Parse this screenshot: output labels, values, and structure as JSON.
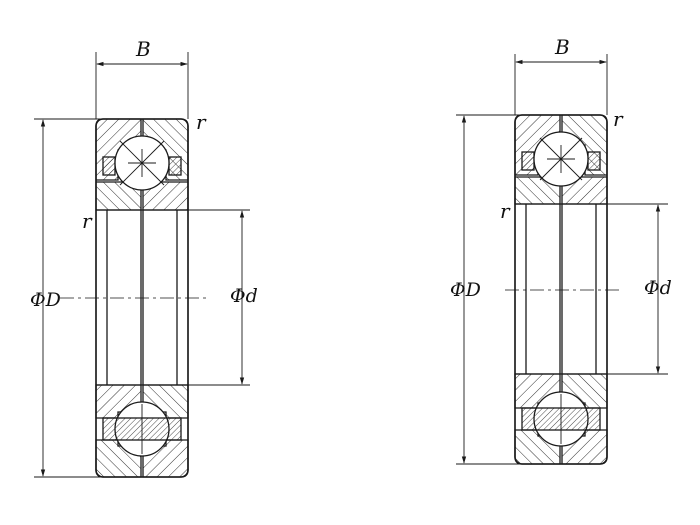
{
  "labels": {
    "left": {
      "width": "B",
      "radius_outer": "r",
      "radius_inner": "r",
      "outer_diameter": "ΦD",
      "bore_diameter": "Φd"
    },
    "right": {
      "width": "B",
      "radius_outer": "r",
      "radius_inner": "r",
      "outer_diameter": "ΦD",
      "bore_diameter": "Φd"
    }
  },
  "colors": {
    "line": "#1a1a1a",
    "background": "#ffffff"
  }
}
